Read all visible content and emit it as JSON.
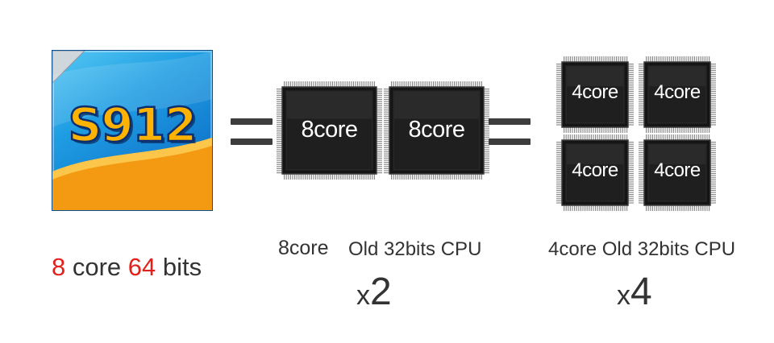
{
  "s912": {
    "label": "S912",
    "caption_num1": "8",
    "caption_word1": " core ",
    "caption_num2": "64",
    "caption_word2": " bits"
  },
  "equals_symbol": "=",
  "group_8core": {
    "chip_labels": [
      "8core",
      "8core"
    ],
    "caption_a": "8core",
    "caption_b": "Old 32bits CPU",
    "multiplier_x": "x",
    "multiplier_n": "2"
  },
  "group_4core": {
    "chip_labels": [
      "4core",
      "4core",
      "4core",
      "4core"
    ],
    "caption": "4core Old 32bits CPU",
    "multiplier_x": "x",
    "multiplier_n": "4"
  },
  "colors": {
    "highlight": "#e3201b",
    "text": "#333333",
    "s912_text": "#ffb300",
    "s912_blue": "#1f9ee3",
    "s912_orange": "#f39a12",
    "chip_body": "#151515"
  }
}
